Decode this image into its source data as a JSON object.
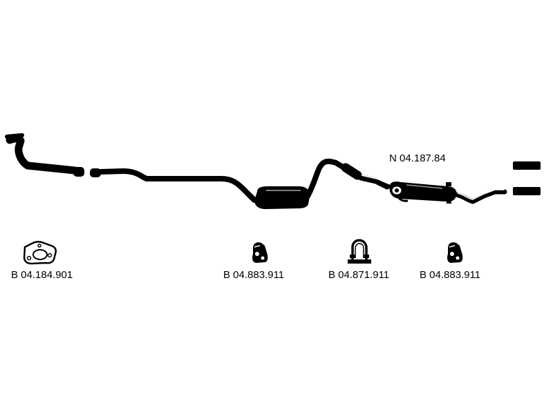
{
  "colors": {
    "ink": "#000000",
    "background": "#ffffff"
  },
  "labels": {
    "rear_silencer": "N 04.187.84",
    "gasket": "B 04.184.901",
    "hanger_front": "B 04.883.911",
    "clamp": "B 04.871.911",
    "hanger_rear": "B 04.883.911"
  },
  "icons": {
    "gasket": "flange-gasket-icon",
    "hanger": "rubber-hanger-icon",
    "clamp": "u-bolt-clamp-icon"
  }
}
